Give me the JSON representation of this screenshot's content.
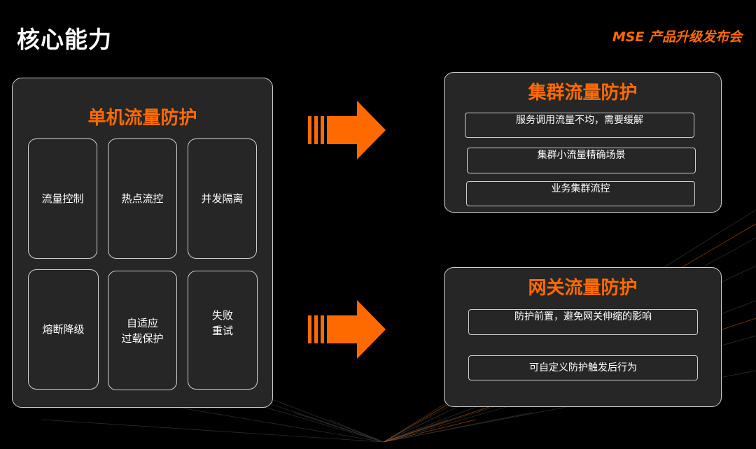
{
  "header": {
    "title": "核心能力",
    "brand": "MSE 产品升级发布会"
  },
  "left_panel": {
    "title": "单机流量防护",
    "cells": [
      "流量控制",
      "热点流控",
      "并发隔离",
      "熔断降级",
      "自适应\n过载保护",
      "失败\n重试"
    ]
  },
  "right_top": {
    "title": "集群流量防护",
    "items": [
      "服务调用流量不均，需要缓解",
      "集群小流量精确场景",
      "业务集群流控"
    ]
  },
  "right_bottom": {
    "title": "网关流量防护",
    "items": [
      "防护前置，避免网关伸缩的影响",
      "可自定义防护触发后行为"
    ]
  },
  "colors": {
    "accent": "#ff6a00",
    "background": "#000000",
    "panel": "#262626",
    "border": "#cfcfcf"
  },
  "icons": [
    "arrow-right-icon"
  ]
}
